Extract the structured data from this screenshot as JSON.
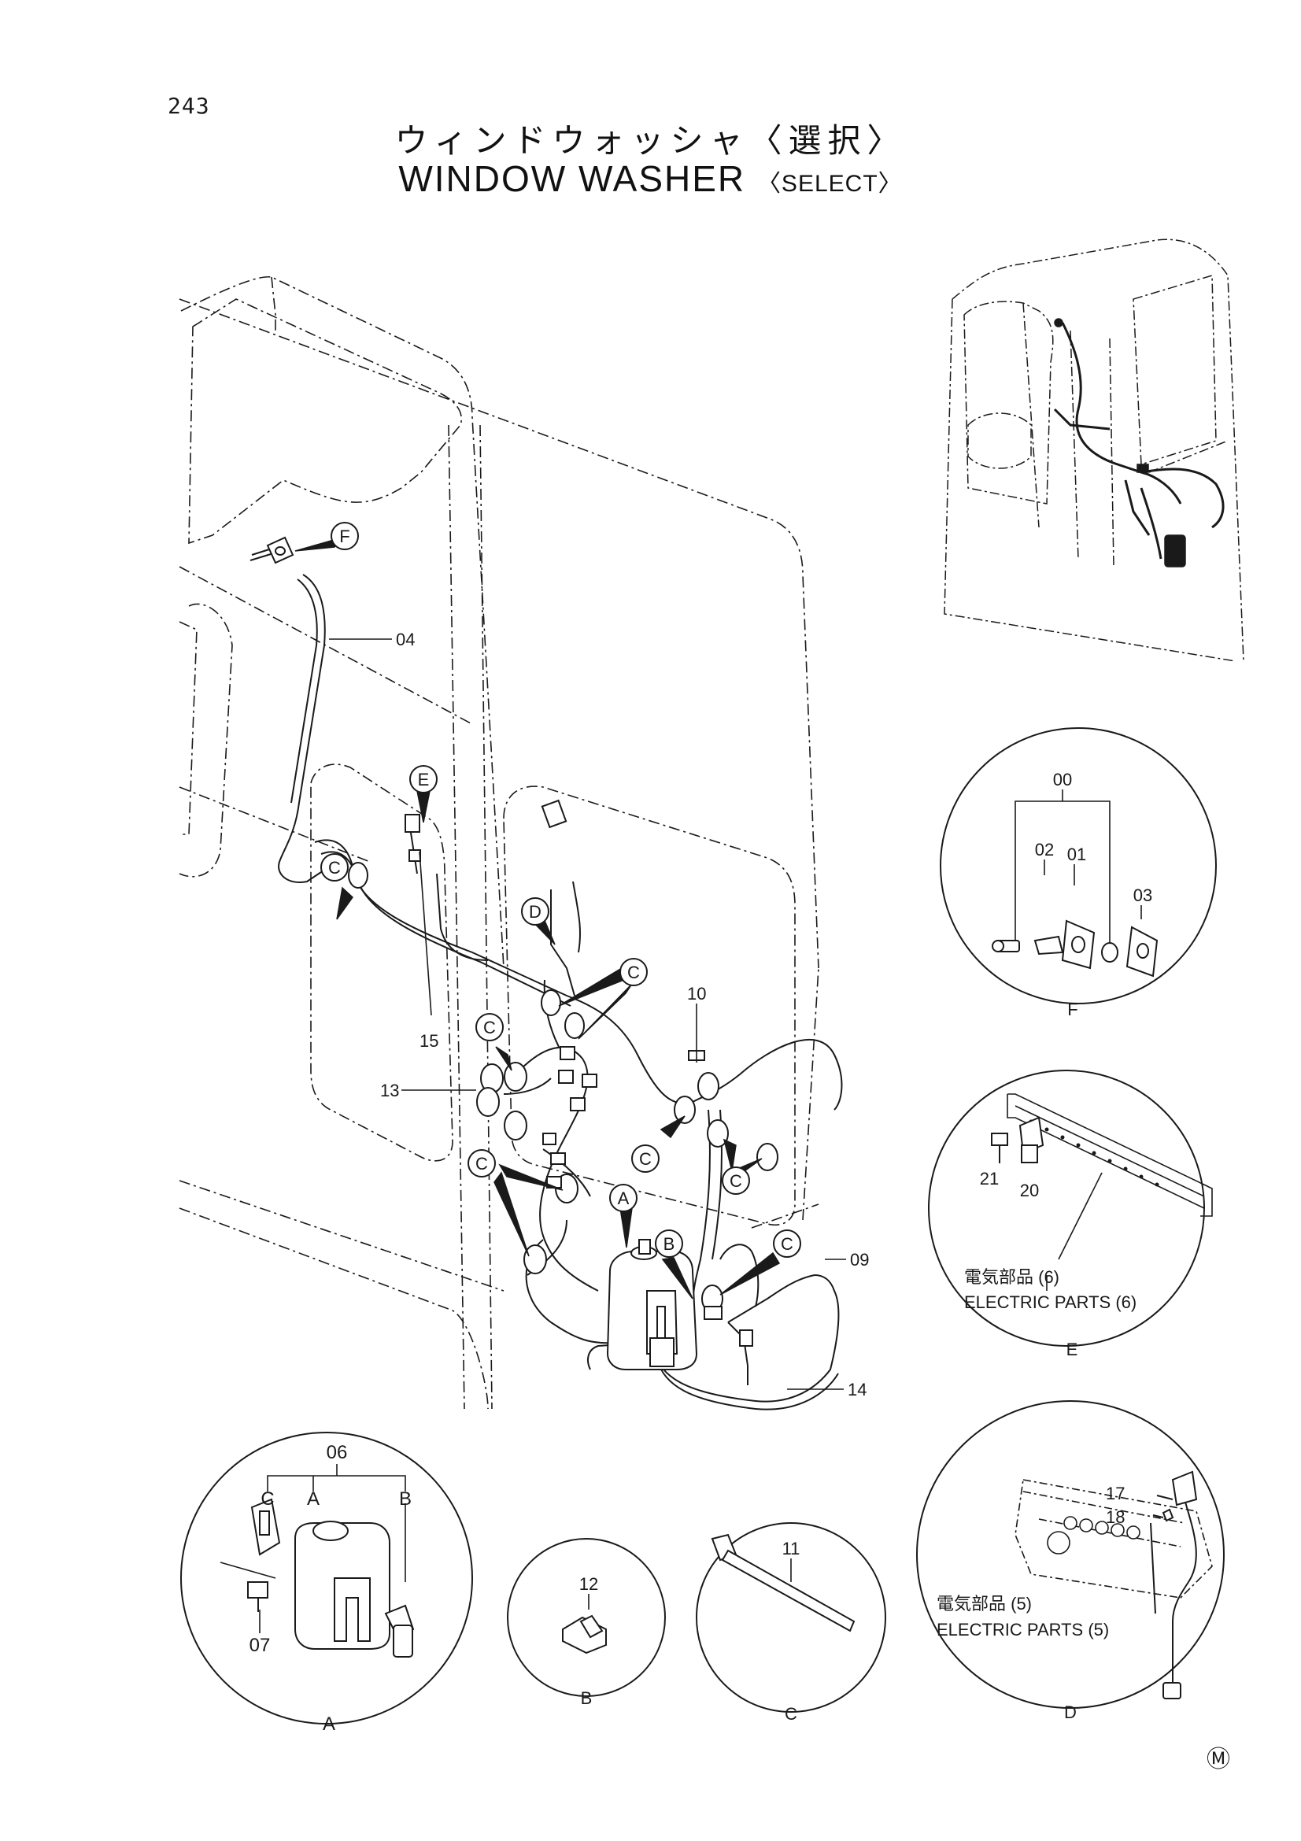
{
  "page": {
    "number": "243",
    "title_jp": "ウィンドウォッシャ〈選択〉",
    "title_en": "WINDOW  WASHER",
    "title_en_select": "〈SELECT〉",
    "mark": "Ⓜ"
  },
  "colors": {
    "ink": "#1a1a1a",
    "background": "#ffffff"
  },
  "callouts": {
    "a": "A",
    "b": "B",
    "c": "C",
    "d": "D",
    "e": "E",
    "f": "F"
  },
  "parts": {
    "p00": "00",
    "p01": "01",
    "p02": "02",
    "p03": "03",
    "p04": "04",
    "p06": "06",
    "p07": "07",
    "p09": "09",
    "p10": "10",
    "p11": "11",
    "p12": "12",
    "p13": "13",
    "p14": "14",
    "p15": "15",
    "p17": "17",
    "p18": "18",
    "p20": "20",
    "p21": "21"
  },
  "detail_labels": {
    "a": "A",
    "b": "B",
    "c": "C",
    "d": "D",
    "e": "E",
    "f": "F"
  },
  "notes": {
    "electric_parts_6_jp": "電気部品 (6)",
    "electric_parts_6_en": "ELECTRIC  PARTS  (6)",
    "electric_parts_5_jp": "電気部品 (5)",
    "electric_parts_5_en": "ELECTRIC  PARTS  (5)"
  }
}
